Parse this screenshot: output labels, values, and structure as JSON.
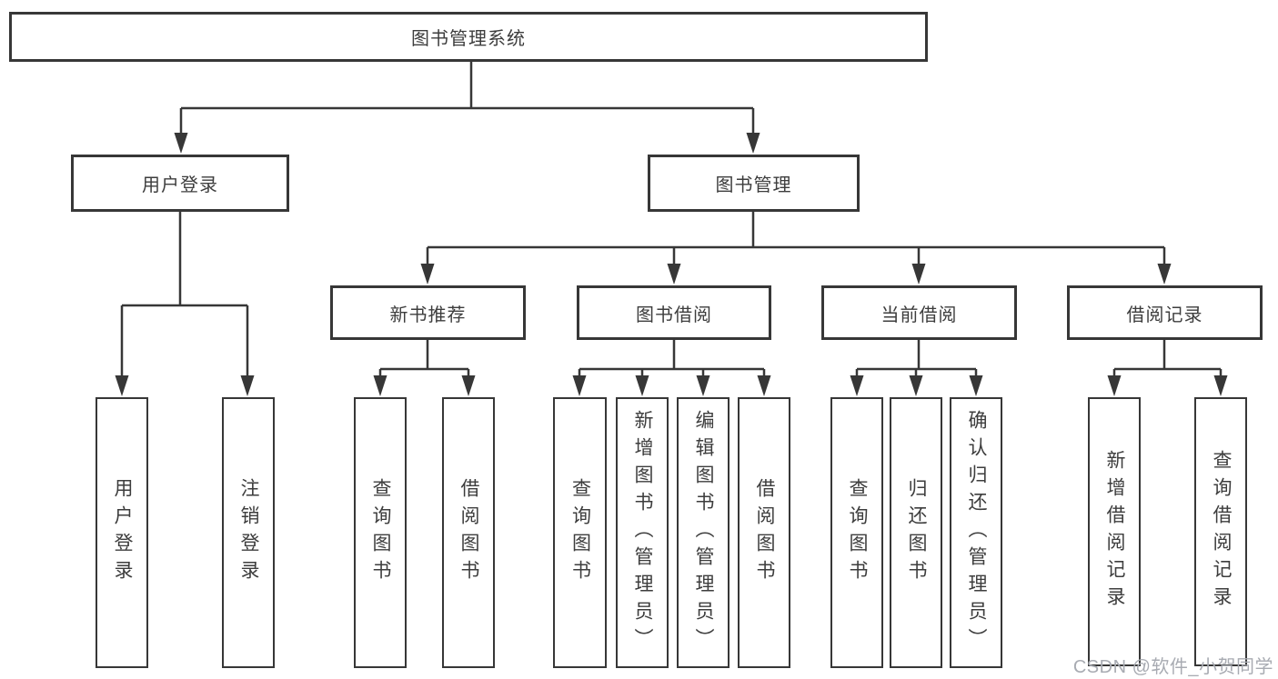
{
  "diagram_title": "图书管理系统",
  "colors": {
    "line": "#373737",
    "box_border": "#373737",
    "text": "#3d3d3d",
    "background": "#ffffff",
    "watermark": "#a8abb2"
  },
  "tree": {
    "root": {
      "label": "图书管理系统"
    },
    "branches": [
      {
        "label": "用户登录",
        "leaves": [
          "用户登录",
          "注销登录"
        ]
      },
      {
        "label": "图书管理",
        "groups": [
          {
            "label": "新书推荐",
            "leaves": [
              "查询图书",
              "借阅图书"
            ]
          },
          {
            "label": "图书借阅",
            "leaves": [
              "查询图书",
              "新增图书（管理员）",
              "编辑图书（管理员）",
              "借阅图书"
            ]
          },
          {
            "label": "当前借阅",
            "leaves": [
              "查询图书",
              "归还图书",
              "确认归还（管理员）"
            ]
          },
          {
            "label": "借阅记录",
            "leaves": [
              "新增借阅记录",
              "查询借阅记录"
            ]
          }
        ]
      }
    ]
  },
  "watermark": "CSDN @软件_小贺同学"
}
